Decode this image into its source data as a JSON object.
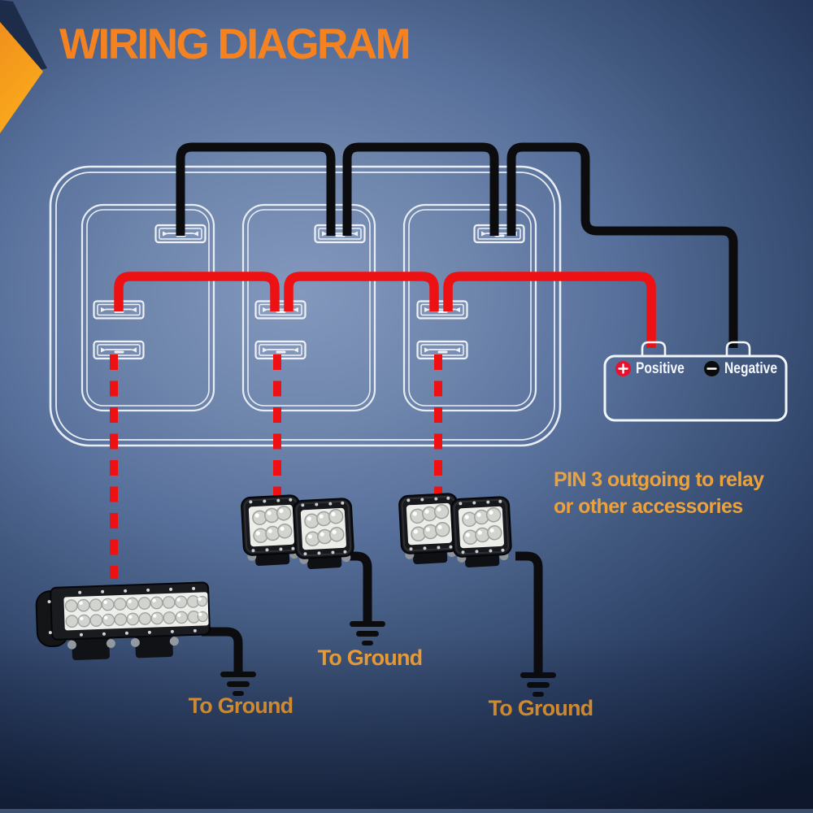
{
  "header": {
    "title": "WIRING DIAGRAM"
  },
  "diagram": {
    "switch_panel": {
      "switch_count": 3,
      "terminals_per_switch": 3
    },
    "battery": {
      "positive_label": "Positive",
      "negative_label": "Negative"
    },
    "note": {
      "line1": "PIN 3 outgoing to relay",
      "line2": "or other accessories"
    },
    "ground_labels": [
      {
        "label": "To Ground"
      },
      {
        "label": "To Ground"
      },
      {
        "label": "To Ground"
      }
    ],
    "wire_colors": {
      "power_wire": "#ee1113",
      "ground_wire": "#0c0c0e",
      "accessory_dashed_wire": "#ee1113"
    }
  },
  "colors": {
    "accent_orange": "#f58220",
    "note_orange": "#eba13c",
    "outline_white": "#eef2f8",
    "background_light": "#8398bd",
    "background_dark": "#131f38",
    "positive_red": "#e8112d",
    "negative_black": "#0b0b0c"
  }
}
